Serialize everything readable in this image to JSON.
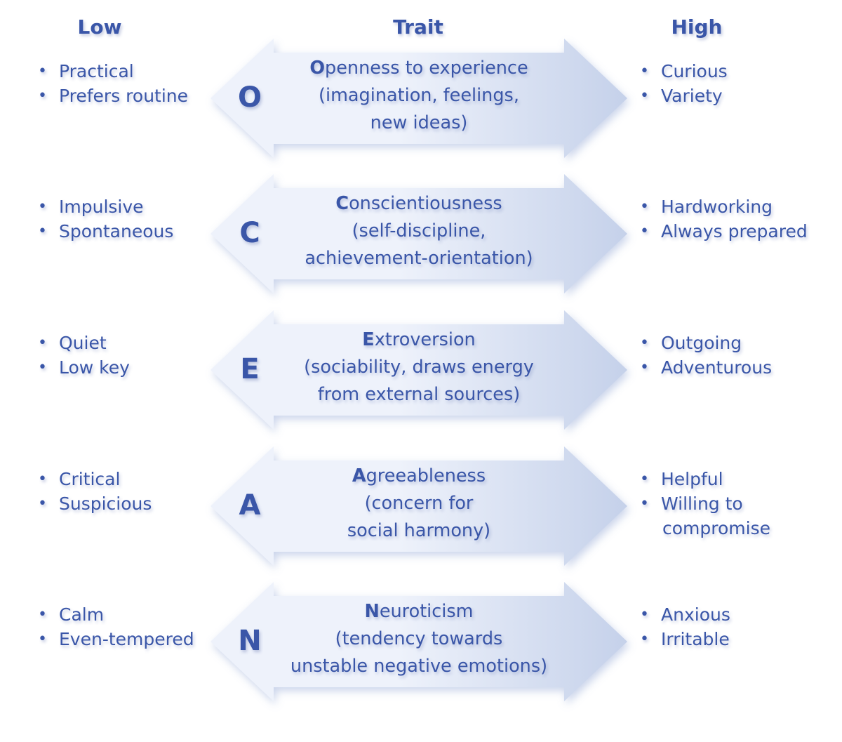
{
  "headers": {
    "low": "Low",
    "trait": "Trait",
    "high": "High"
  },
  "colors": {
    "text": "#3a56a8",
    "arrow_light": "#eef2fb",
    "arrow_dark": "#c5d1ea"
  },
  "traits": [
    {
      "letter": "O",
      "initial": "O",
      "name_rest": "penness to experience",
      "details": [
        "(imagination, feelings,",
        "new ideas)"
      ],
      "low": [
        "Practical",
        "Prefers routine"
      ],
      "high": [
        "Curious",
        "Variety"
      ]
    },
    {
      "letter": "C",
      "initial": "C",
      "name_rest": "onscientiousness",
      "details": [
        "(self-discipline,",
        "achievement-orientation)"
      ],
      "low": [
        "Impulsive",
        "Spontaneous"
      ],
      "high": [
        "Hardworking",
        "Always prepared"
      ]
    },
    {
      "letter": "E",
      "initial": "E",
      "name_rest": "xtroversion",
      "details": [
        "(sociability, draws energy",
        "from external sources)"
      ],
      "low": [
        "Quiet",
        "Low key"
      ],
      "high": [
        "Outgoing",
        "Adventurous"
      ]
    },
    {
      "letter": "A",
      "initial": "A",
      "name_rest": "greeableness",
      "details": [
        "(concern for",
        "social harmony)"
      ],
      "low": [
        "Critical",
        "Suspicious"
      ],
      "high": [
        "Helpful",
        "Willing to",
        "compromise"
      ]
    },
    {
      "letter": "N",
      "initial": "N",
      "name_rest": "euroticism",
      "details": [
        "(tendency towards",
        "unstable negative emotions)"
      ],
      "low": [
        "Calm",
        "Even-tempered"
      ],
      "high": [
        "Anxious",
        "Irritable"
      ]
    }
  ]
}
